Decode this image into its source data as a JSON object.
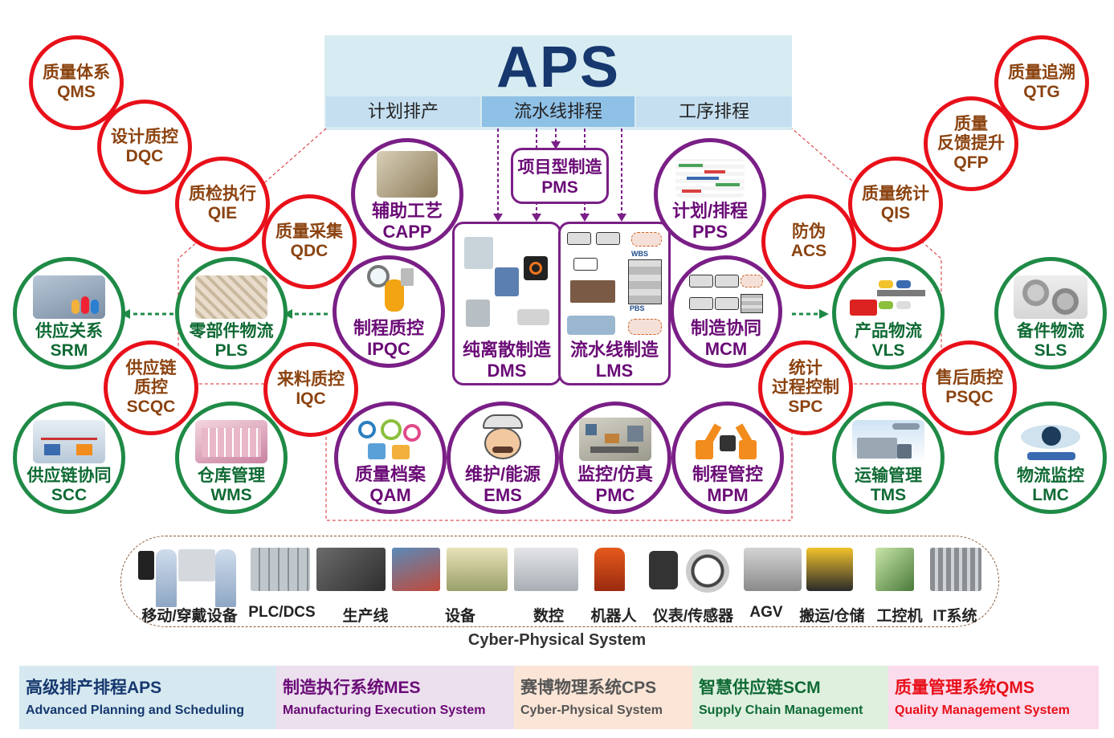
{
  "aps": {
    "title": "APS",
    "tabs": [
      "计划排产",
      "流水线排程",
      "工序排程"
    ]
  },
  "mes": {
    "pms": {
      "cn": "项目型制造",
      "en": "PMS"
    },
    "capp": {
      "cn": "辅助工艺",
      "en": "CAPP"
    },
    "pps": {
      "cn": "计划/排程",
      "en": "PPS"
    },
    "ipqc": {
      "cn": "制程质控",
      "en": "IPQC"
    },
    "dms": {
      "cn": "纯离散制造",
      "en": "DMS"
    },
    "lms": {
      "cn": "流水线制造",
      "en": "LMS",
      "wbs": "WBS",
      "pbs": "PBS"
    },
    "mcm": {
      "cn": "制造协同",
      "en": "MCM"
    },
    "qam": {
      "cn": "质量档案",
      "en": "QAM"
    },
    "ems": {
      "cn": "维护/能源",
      "en": "EMS"
    },
    "pmc": {
      "cn": "监控/仿真",
      "en": "PMC"
    },
    "mpm": {
      "cn": "制程管控",
      "en": "MPM"
    }
  },
  "qms": {
    "qms": {
      "cn": "质量体系",
      "en": "QMS"
    },
    "dqc": {
      "cn": "设计质控",
      "en": "DQC"
    },
    "qie": {
      "cn": "质检执行",
      "en": "QIE"
    },
    "qdc": {
      "cn": "质量采集",
      "en": "QDC"
    },
    "scqc": {
      "cn1": "供应链",
      "cn2": "质控",
      "en": "SCQC"
    },
    "iqc": {
      "cn": "来料质控",
      "en": "IQC"
    },
    "qtg": {
      "cn": "质量追溯",
      "en": "QTG"
    },
    "qfp": {
      "cn1": "质量",
      "cn2": "反馈提升",
      "en": "QFP"
    },
    "qis": {
      "cn": "质量统计",
      "en": "QIS"
    },
    "acs": {
      "cn": "防伪",
      "en": "ACS"
    },
    "spc": {
      "cn1": "统计",
      "cn2": "过程控制",
      "en": "SPC"
    },
    "psqc": {
      "cn": "售后质控",
      "en": "PSQC"
    }
  },
  "scm": {
    "srm": {
      "cn": "供应关系",
      "en": "SRM"
    },
    "pls": {
      "cn": "零部件物流",
      "en": "PLS"
    },
    "scc": {
      "cn": "供应链协同",
      "en": "SCC"
    },
    "wms": {
      "cn": "仓库管理",
      "en": "WMS"
    },
    "vls": {
      "cn": "产品物流",
      "en": "VLS"
    },
    "sls": {
      "cn": "备件物流",
      "en": "SLS"
    },
    "tms": {
      "cn": "运输管理",
      "en": "TMS"
    },
    "lmc": {
      "cn": "物流监控",
      "en": "LMC"
    }
  },
  "cps": {
    "items": [
      "移动/穿戴设备",
      "PLC/DCS",
      "生产线",
      "设备",
      "数控",
      "机器人",
      "仪表/传感器",
      "AGV",
      "搬运/仓储",
      "工控机",
      "IT系统"
    ],
    "title": "Cyber-Physical System"
  },
  "legend": [
    {
      "cn": "高级排产排程APS",
      "en": "Advanced Planning and Scheduling",
      "bg": "#d6e9f1",
      "color": "#16386e"
    },
    {
      "cn": "制造执行系统MES",
      "en": "Manufacturing Execution System",
      "bg": "#ecdfee",
      "color": "#6a0b76"
    },
    {
      "cn": "赛博物理系统CPS",
      "en": "Cyber-Physical System",
      "bg": "#fbe5d6",
      "color": "#555555"
    },
    {
      "cn": "智慧供应链SCM",
      "en": "Supply Chain Management",
      "bg": "#dff0df",
      "color": "#0f6a34"
    },
    {
      "cn": "质量管理系统QMS",
      "en": "Quality Management System",
      "bg": "#fbdcec",
      "color": "#e8101a"
    }
  ],
  "colors": {
    "aps": "#16386e",
    "mes": "#7a1f86",
    "qms": "#e8101a",
    "scm": "#1f8a46"
  }
}
